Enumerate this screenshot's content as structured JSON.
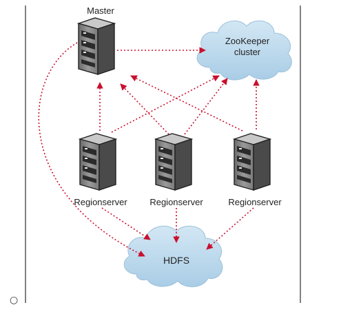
{
  "nodes": {
    "master": "Master",
    "zookeeper_line1": "ZooKeeper",
    "zookeeper_line2": "cluster",
    "regionserver_left": "Regionserver",
    "regionserver_mid": "Regionserver",
    "regionserver_right": "Regionserver",
    "hdfs": "HDFS"
  },
  "bullet": "○",
  "colors": {
    "arrow": "#c8102e",
    "cloud_fill": "#bcd9ec",
    "cloud_stroke": "#8fb6d3",
    "server_body": "#8a8a8a",
    "server_side": "#5c5c5c",
    "server_top": "#b5b5b5",
    "frame_line": "#000000"
  },
  "icons": [
    "server-icon",
    "cloud-icon"
  ]
}
